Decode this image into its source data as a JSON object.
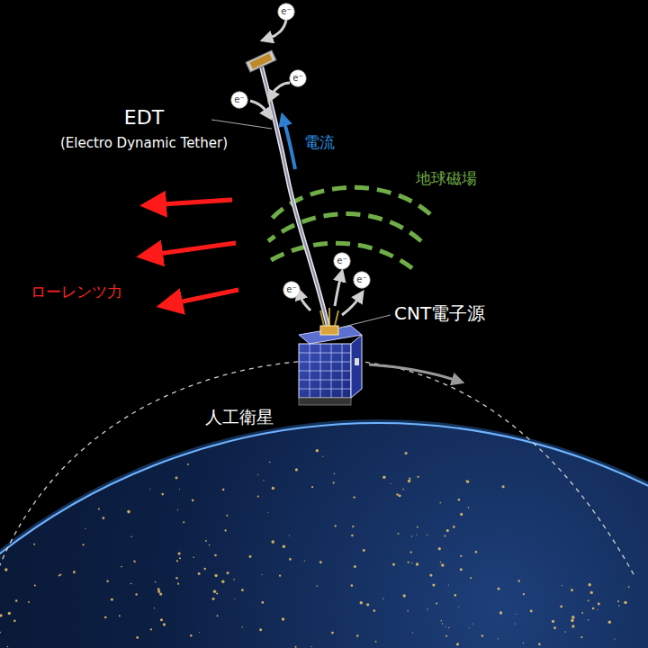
{
  "diagram": {
    "nodes": [
      {
        "text": [
          "e⁻"
        ]
      },
      {
        "text": [
          "e⁻"
        ]
      },
      {
        "text": [
          "e⁻"
        ]
      },
      {
        "text": [
          "e⁻"
        ]
      },
      {
        "text": [
          "e⁻"
        ]
      },
      {
        "text": [
          "e⁻"
        ]
      }
    ],
    "labels": [
      "EDT",
      "(Electro Dynamic Tether)",
      "電流",
      "地球磁場",
      "ローレンツ力",
      "CNT電子源",
      "人工衛星"
    ]
  }
}
